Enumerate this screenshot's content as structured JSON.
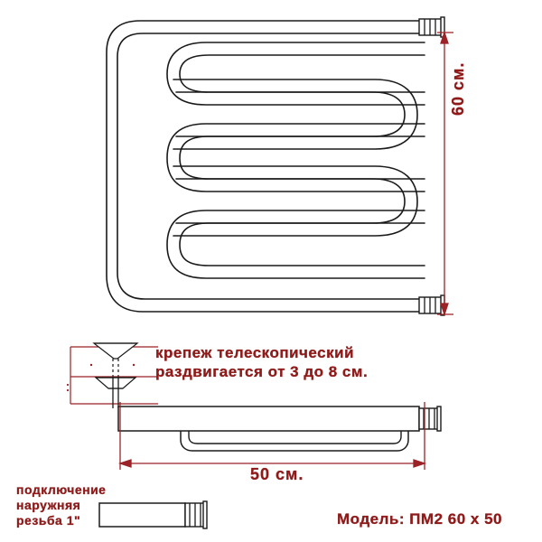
{
  "drawing": {
    "type": "technical-dimension-drawing",
    "product": "heated towel rail / towel warmer",
    "stroke_color": "#1a1a1a",
    "dimension_color": "#9b2226",
    "text_color": "#8f1a1a",
    "background": "#ffffff"
  },
  "dimensions": {
    "vertical": {
      "label": "60 см.",
      "value": 60,
      "unit": "см",
      "orientation": "vertical"
    },
    "horizontal": {
      "label": "50 см.",
      "value": 50,
      "unit": "см",
      "orientation": "horizontal"
    }
  },
  "annotations": {
    "mount_note_line1": "крепеж телескопический",
    "mount_note_line2": "раздвигается от 3 до 8 см.",
    "mount_min_cm": 3,
    "mount_max_cm": 8
  },
  "connection": {
    "line1": "подключение",
    "line2": "наружняя",
    "line3": "резьба 1\"",
    "thread_size": "1\""
  },
  "model": {
    "label": "Модель: ПМ2 60 х 50",
    "name": "ПМ2",
    "height_cm": 60,
    "width_cm": 50
  }
}
